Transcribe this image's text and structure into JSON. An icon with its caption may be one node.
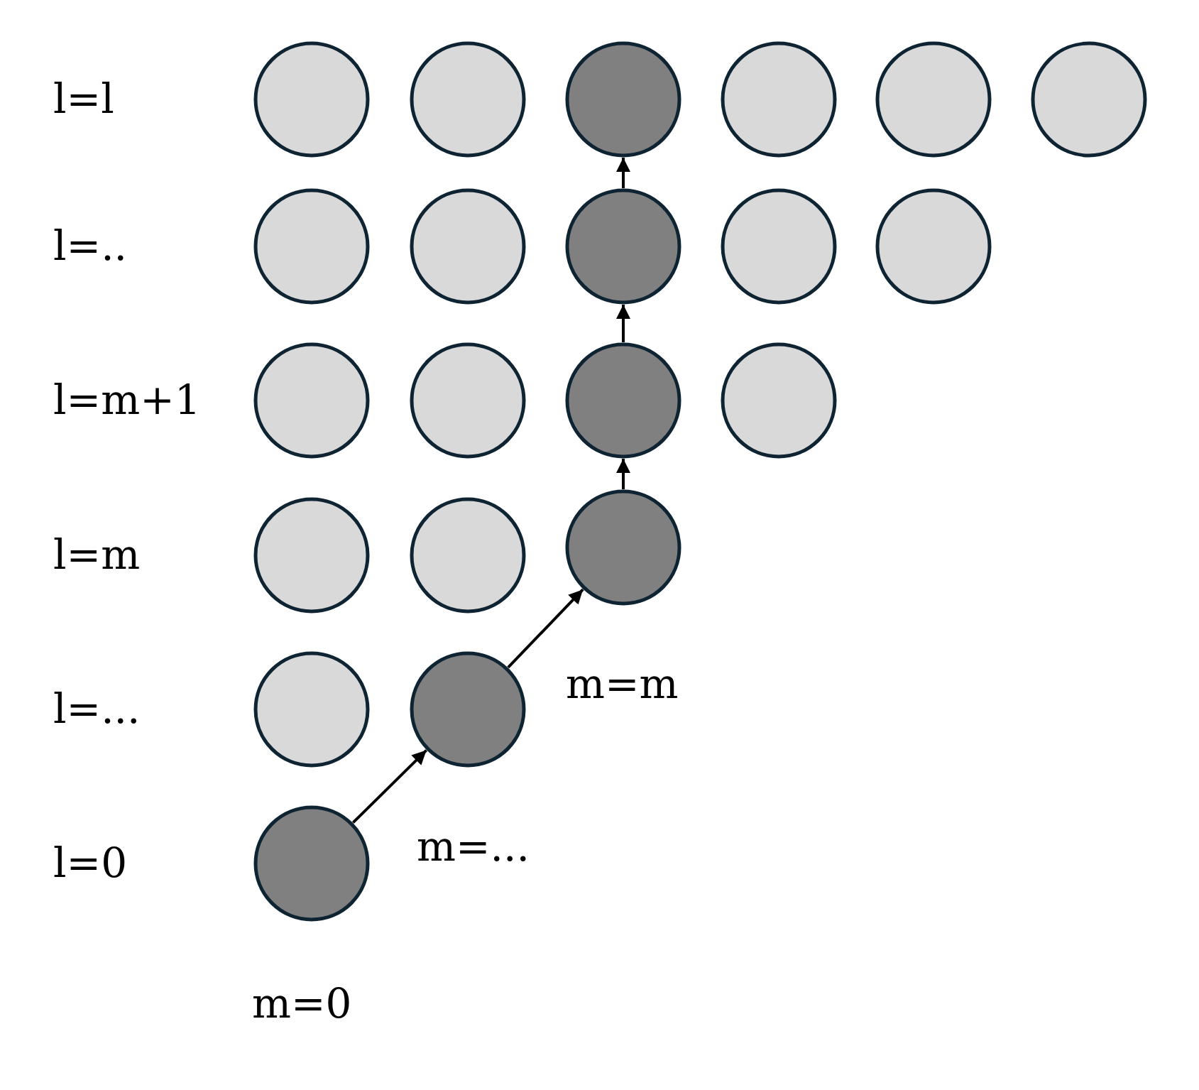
{
  "diagram": {
    "nodes": [
      {
        "text": [],
        "shape": "circle"
      },
      {
        "text": [],
        "shape": "circle"
      },
      {
        "text": [],
        "shape": "circle"
      },
      {
        "text": [],
        "shape": "circle"
      },
      {
        "text": [],
        "shape": "circle"
      },
      {
        "text": [],
        "shape": "circle"
      },
      {
        "text": [],
        "shape": "circle"
      },
      {
        "text": [],
        "shape": "circle"
      },
      {
        "text": [],
        "shape": "circle"
      },
      {
        "text": [],
        "shape": "circle"
      },
      {
        "text": [],
        "shape": "circle"
      },
      {
        "text": [],
        "shape": "circle"
      },
      {
        "text": [],
        "shape": "circle"
      },
      {
        "text": [],
        "shape": "circle"
      },
      {
        "text": [],
        "shape": "circle"
      },
      {
        "text": [],
        "shape": "circle"
      },
      {
        "text": [],
        "shape": "circle"
      },
      {
        "text": [],
        "shape": "circle"
      },
      {
        "text": [],
        "shape": "circle"
      },
      {
        "text": [],
        "shape": "circle"
      },
      {
        "text": [],
        "shape": "circle"
      }
    ],
    "edges": [
      {
        "from": 20,
        "to": 19,
        "arrow": "to"
      },
      {
        "from": 19,
        "to": 17,
        "arrow": "to"
      },
      {
        "from": 17,
        "to": 13,
        "arrow": "to"
      },
      {
        "from": 13,
        "to": 8,
        "arrow": "to"
      },
      {
        "from": 8,
        "to": 2,
        "arrow": "to"
      }
    ],
    "labels": [
      "l=l",
      "l=..",
      "l=m+1",
      "l=m",
      "l=...",
      "m=m",
      "l=0",
      "m=...",
      "m=0"
    ]
  }
}
